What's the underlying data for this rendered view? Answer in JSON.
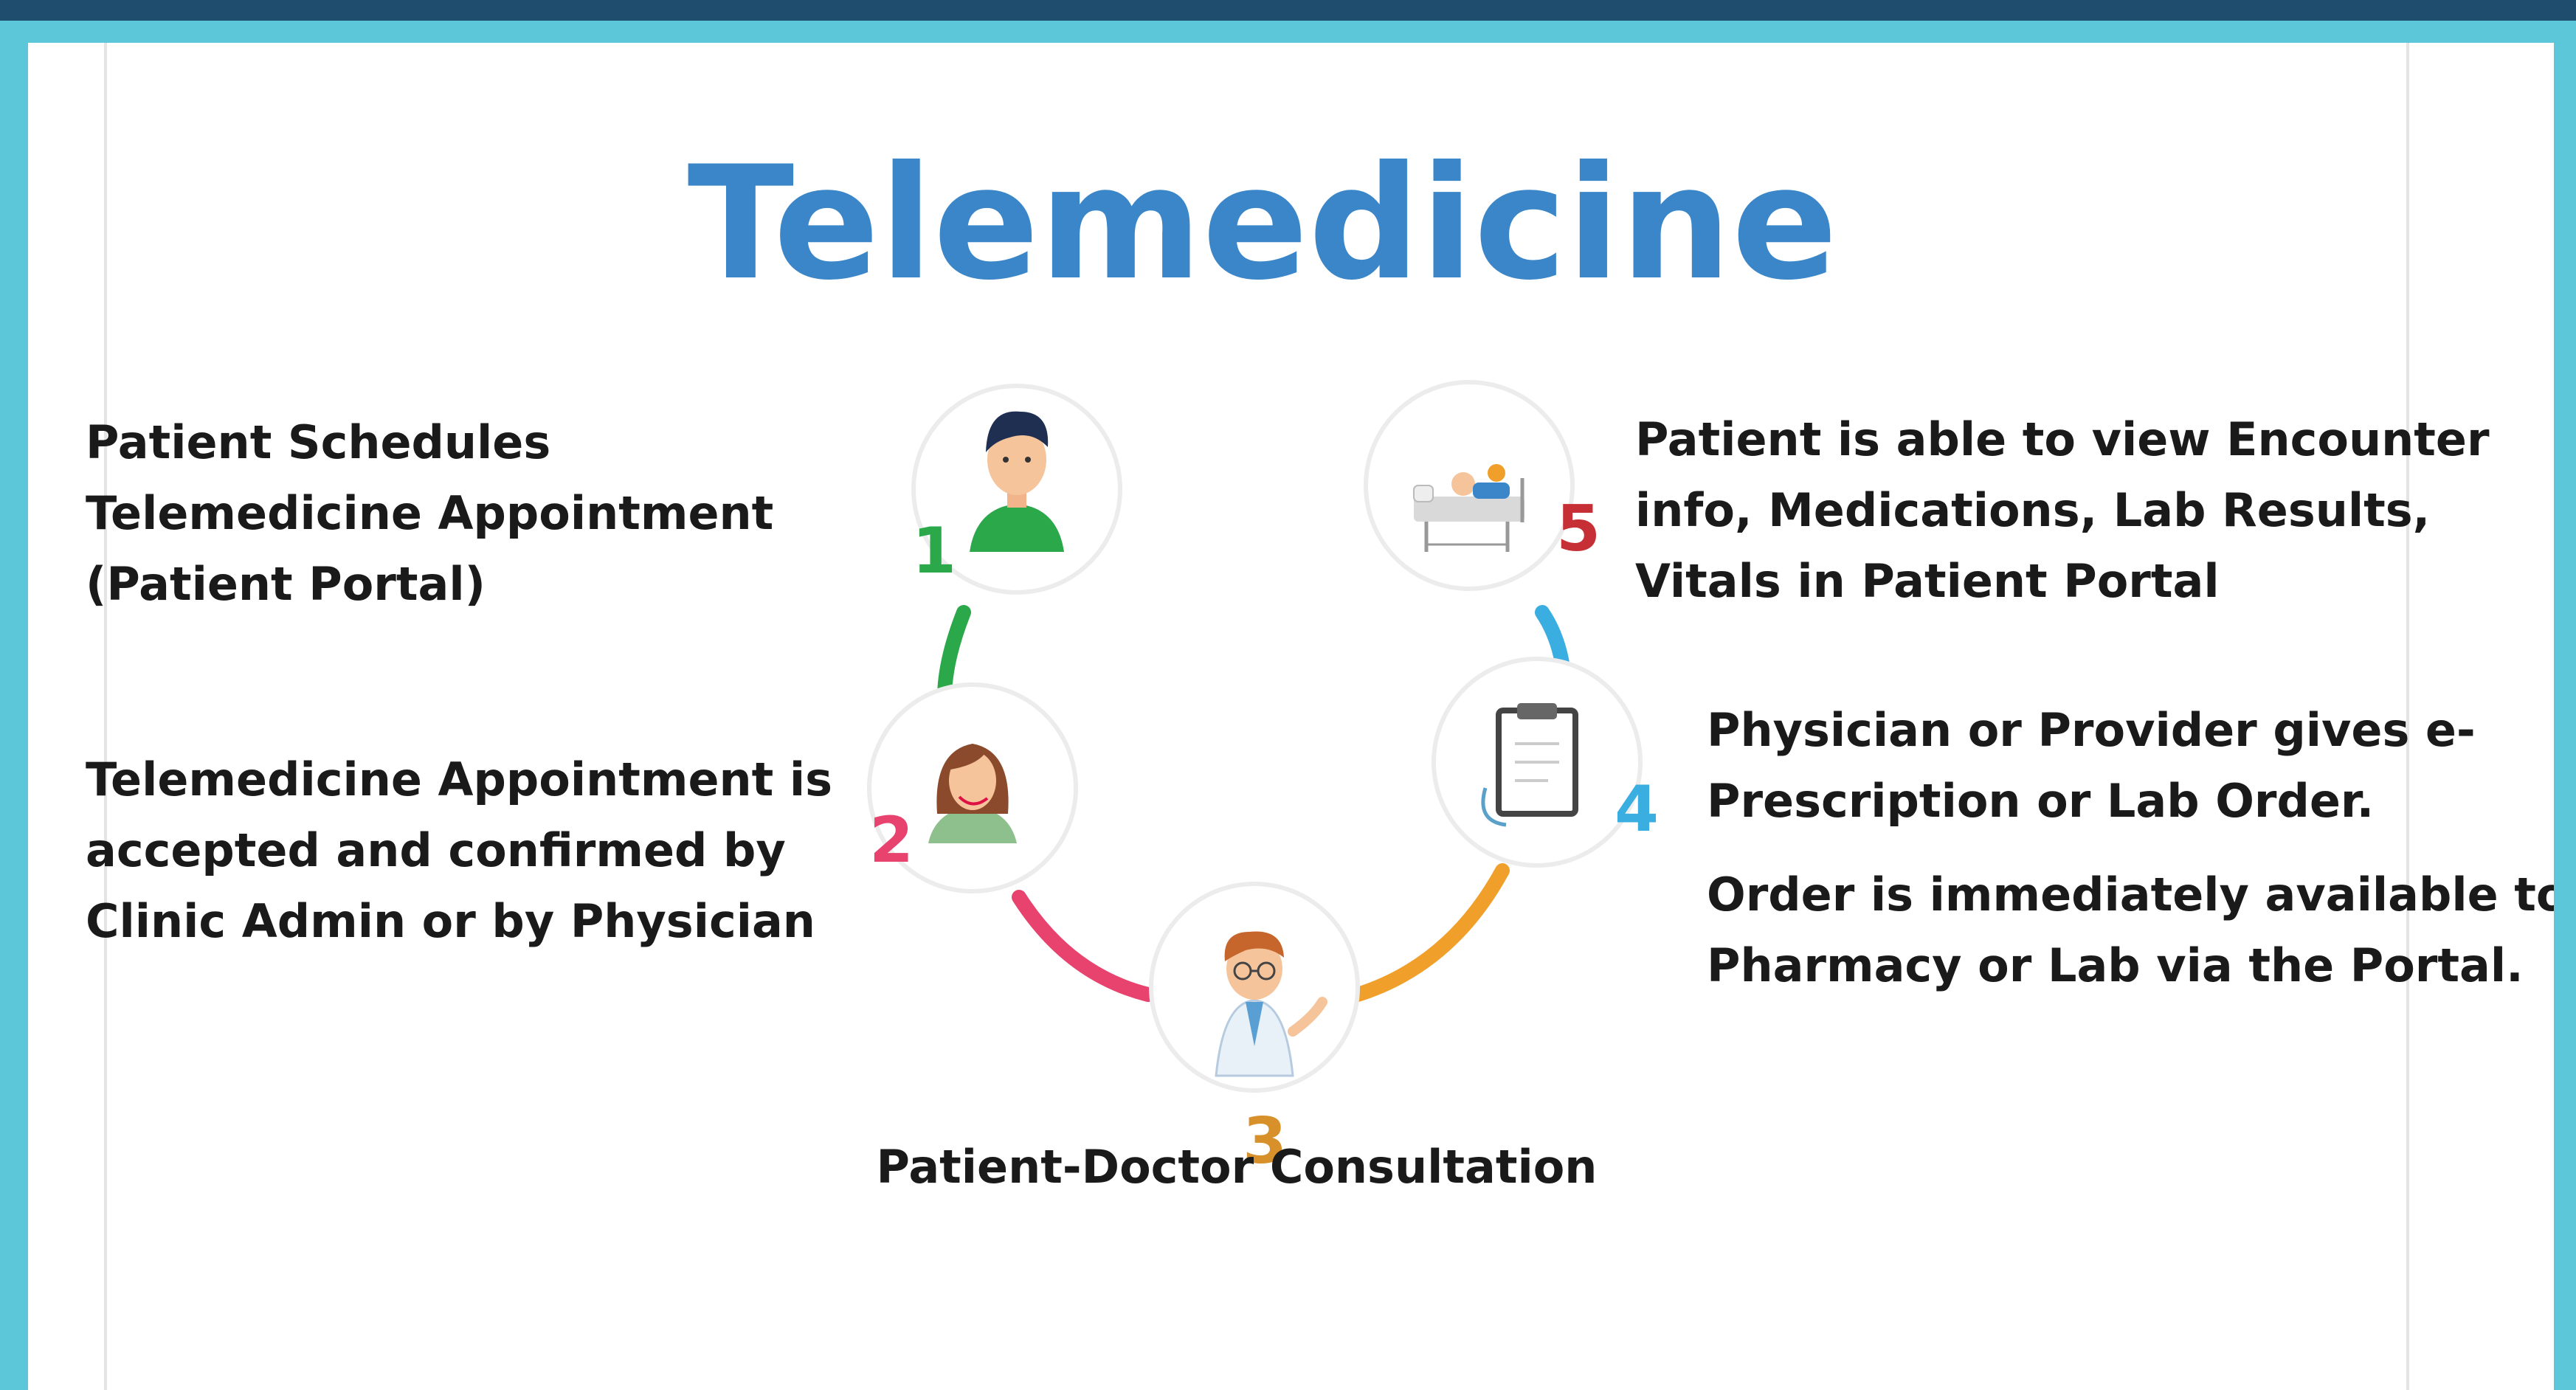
{
  "title": "Telemedicine",
  "caption": "Patient-Doctor Consultation",
  "colors": {
    "title": "#3a86c8",
    "step1": "#2ba84a",
    "step2": "#e8436e",
    "step3": "#f0a02a",
    "step4": "#3aaee0",
    "step5": "#c62f35"
  },
  "steps": [
    {
      "number": "1",
      "icon": "patient-icon",
      "lines": [
        "Patient Schedules",
        "Telemedicine Appointment",
        "(Patient Portal)"
      ]
    },
    {
      "number": "2",
      "icon": "clinic-admin-icon",
      "lines": [
        "Telemedicine Appointment is",
        "accepted and confirmed by",
        "Clinic Admin or by Physician"
      ]
    },
    {
      "number": "3",
      "icon": "doctor-icon",
      "lines": []
    },
    {
      "number": "4",
      "icon": "clipboard-icon",
      "lines": [
        "Physician or Provider gives e-",
        "Prescription or Lab Order."
      ],
      "extra_lines": [
        "Order is immediately available to",
        "Pharmacy or Lab via the Portal."
      ]
    },
    {
      "number": "5",
      "icon": "hospital-bed-icon",
      "lines": [
        "Patient is able to view Encounter",
        "info, Medications, Lab Results,",
        "Vitals in Patient Portal"
      ]
    }
  ]
}
